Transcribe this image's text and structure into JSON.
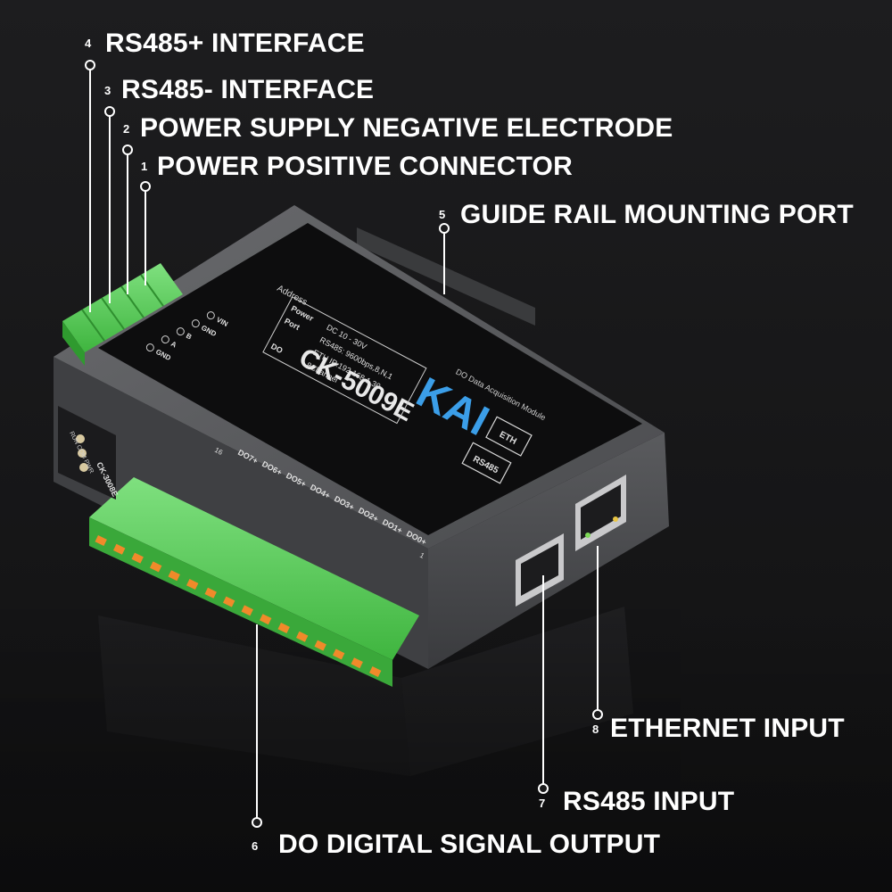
{
  "callouts": [
    {
      "number": "4",
      "text": "RS485+ INTERFACE"
    },
    {
      "number": "3",
      "text": "RS485- INTERFACE"
    },
    {
      "number": "2",
      "text": "POWER SUPPLY NEGATIVE ELECTRODE"
    },
    {
      "number": "1",
      "text": "POWER POSITIVE CONNECTOR"
    },
    {
      "number": "5",
      "text": "GUIDE RAIL MOUNTING PORT"
    },
    {
      "number": "8",
      "text": "ETHERNET INPUT"
    },
    {
      "number": "7",
      "text": "RS485 INPUT"
    },
    {
      "number": "6",
      "text": "DO DIGITAL SIGNAL OUTPUT"
    }
  ],
  "device": {
    "model": "CK-5009E",
    "side_model": "CK-3008E",
    "subtitle": "DO Data Acquisition Module",
    "brand": "KAI",
    "table": [
      [
        "Power",
        "DC 10 - 30V"
      ],
      [
        "Port",
        "RS485: 9600bps,8,N,1"
      ],
      [
        "",
        "ETH IP:192.168.1.30"
      ],
      [
        "DO",
        "8Channel"
      ]
    ],
    "address_label": "Address",
    "port_labels": {
      "eth": "ETH",
      "rs485": "RS485"
    },
    "power_terminals": [
      "VIN",
      "GND",
      "B",
      "A",
      "GND"
    ],
    "do_terminals": [
      "DO0+",
      "DO1+",
      "DO2+",
      "DO3+",
      "DO4+",
      "DO5+",
      "DO6+",
      "DO7+"
    ],
    "do_index_start": "1",
    "do_index_end": "16",
    "status_leds": [
      "RUN",
      "COM",
      "PWR"
    ]
  }
}
